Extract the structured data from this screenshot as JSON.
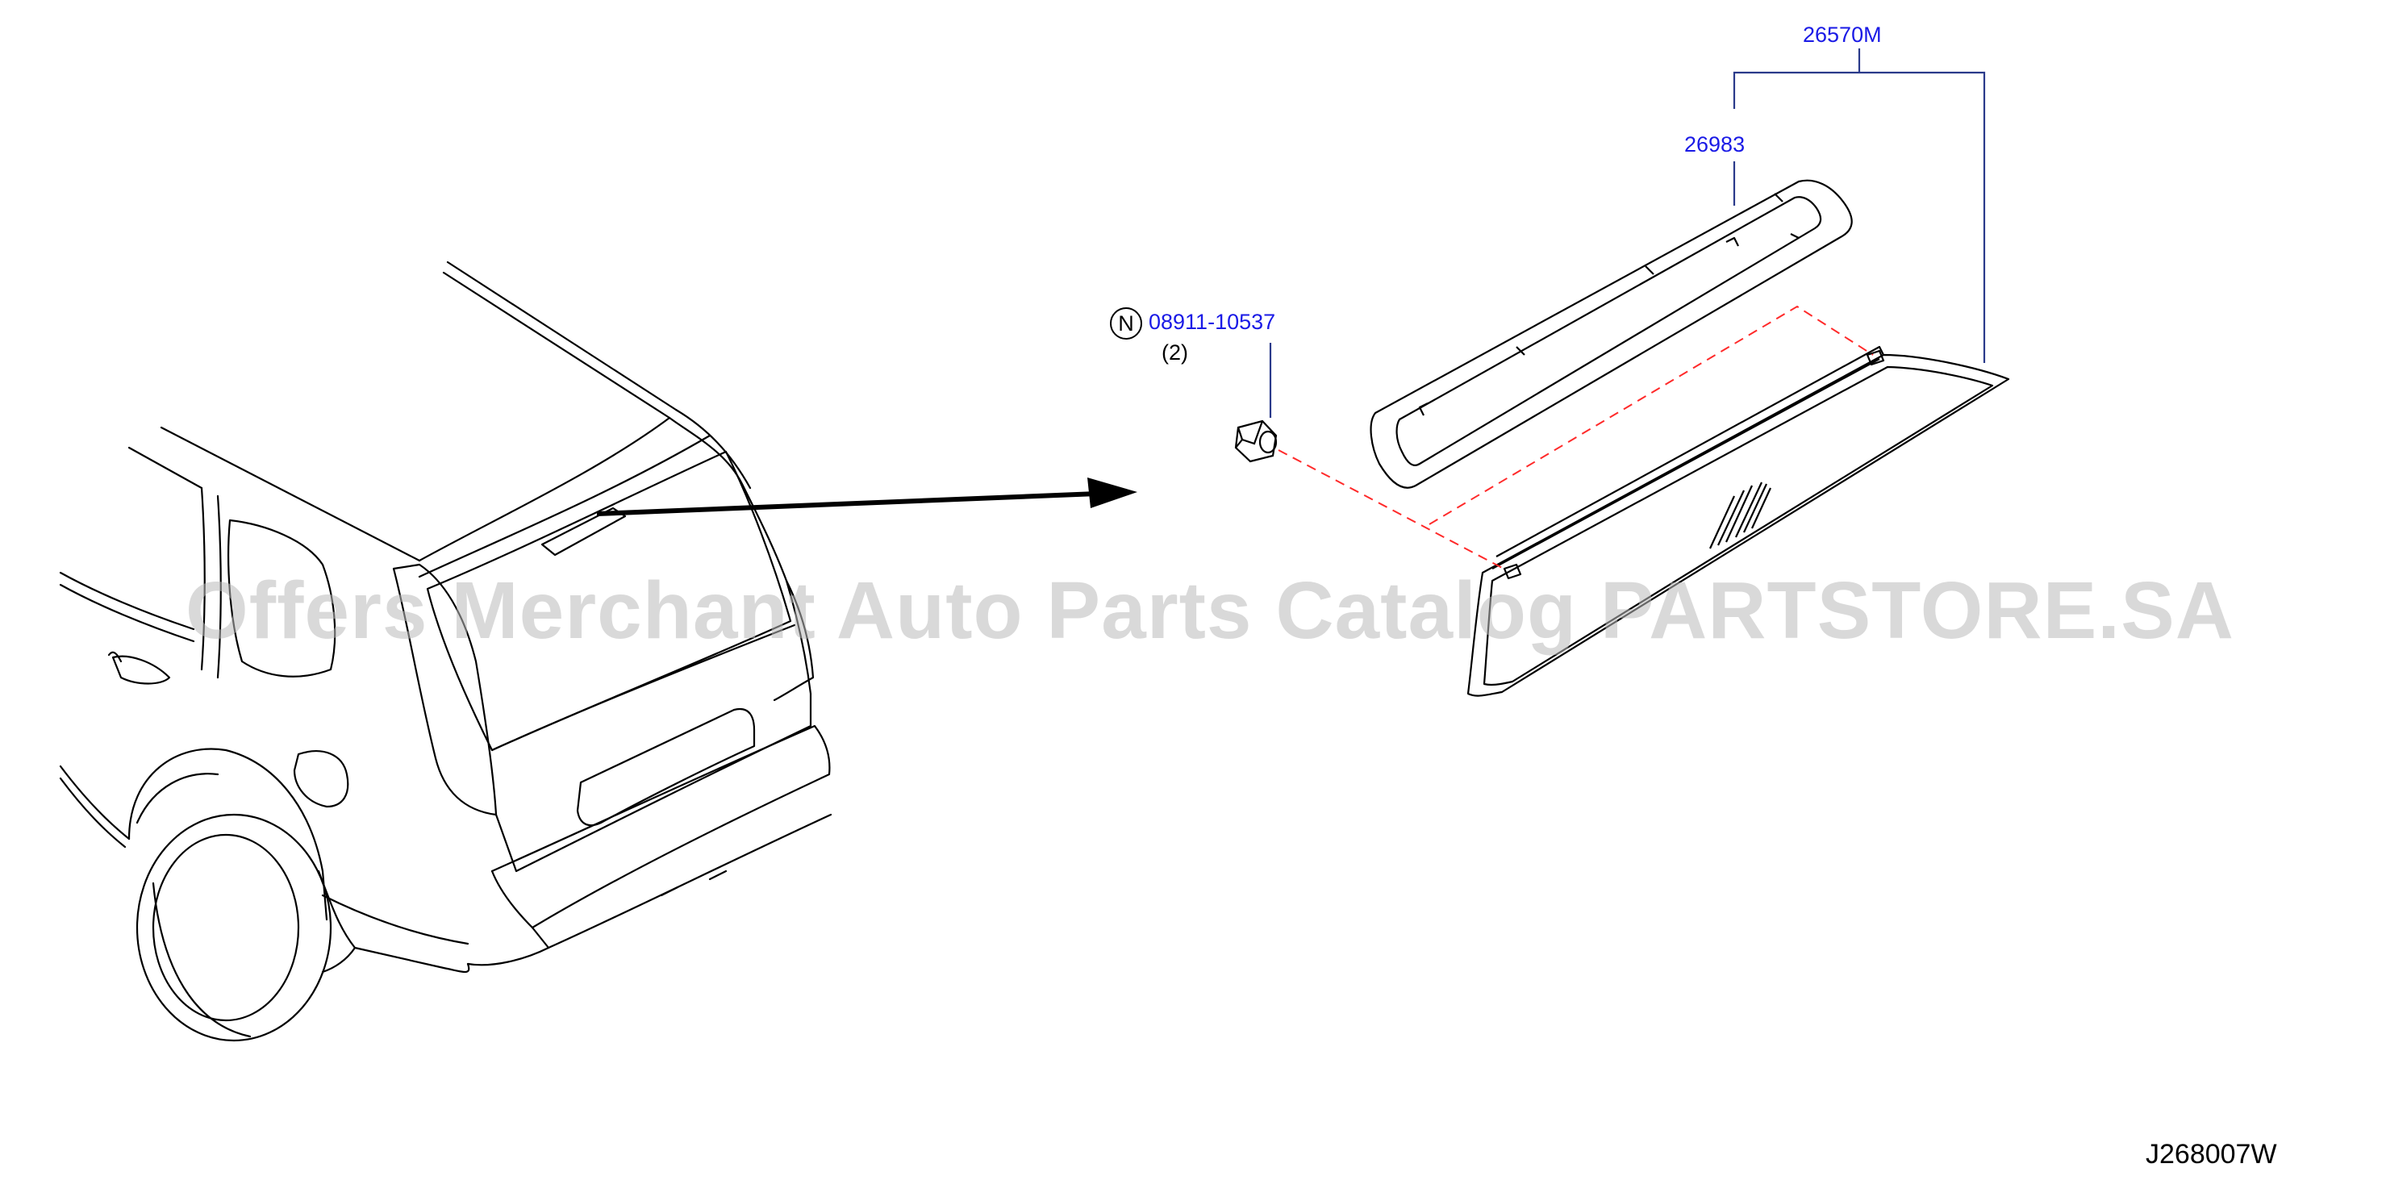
{
  "diagram": {
    "watermark": "Offers Merchant Auto Parts Catalog PARTSTORE.SA",
    "diagram_code": "J268007W",
    "parts": [
      {
        "number": "26570M"
      },
      {
        "number": "26983"
      },
      {
        "number": "08911-10537",
        "qty": "(2)",
        "marker": "N"
      }
    ],
    "colors": {
      "line": "#000000",
      "part_number": "#1a1ae6",
      "leader": "#2a3a8a",
      "dashed": "#ff2a2a",
      "watermark": "#b9b9b9"
    }
  }
}
